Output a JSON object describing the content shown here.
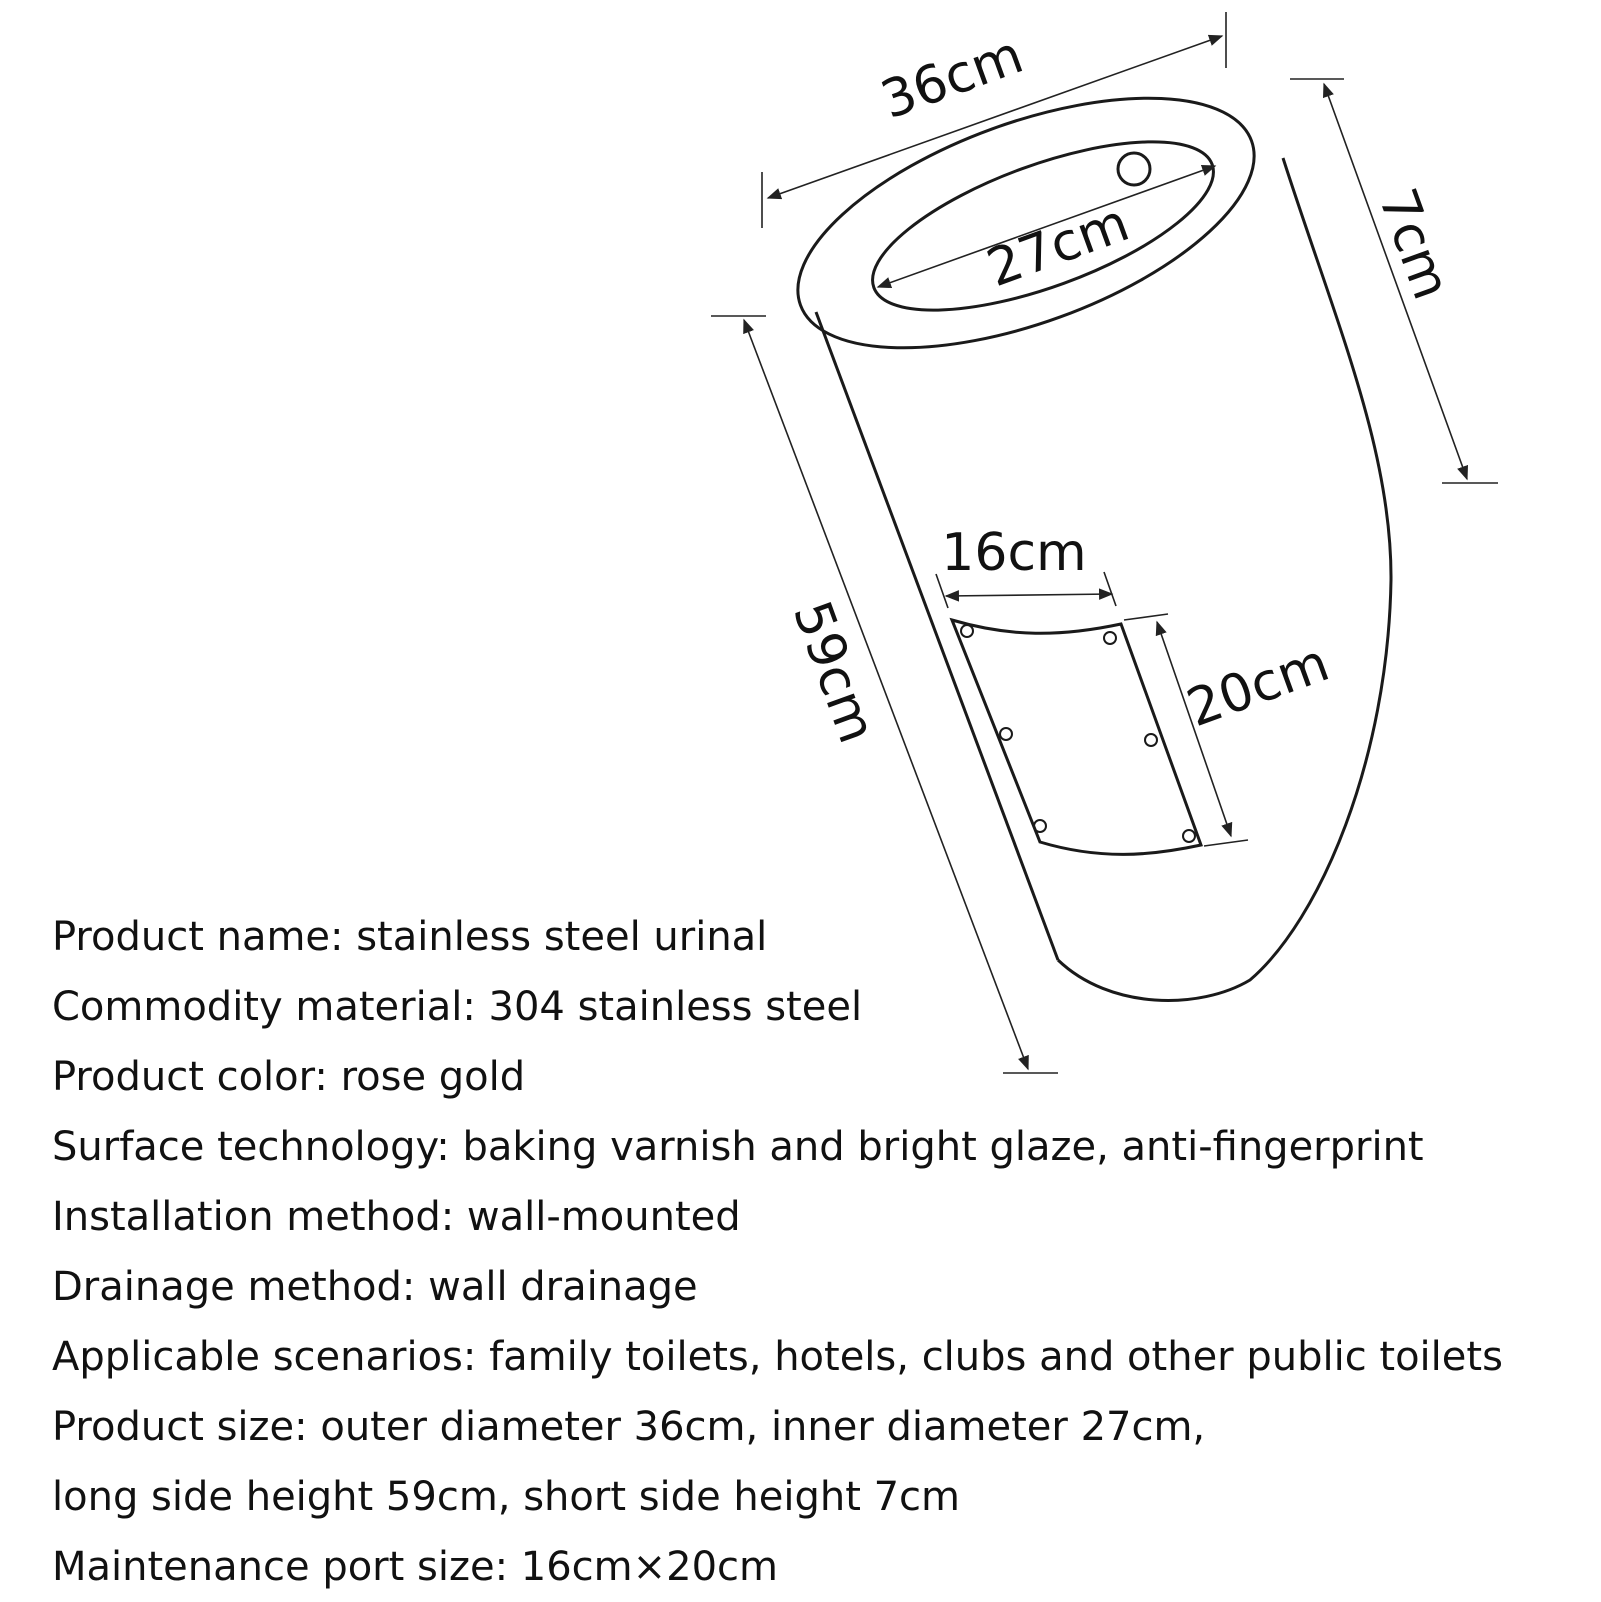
{
  "diagram": {
    "dimensions": {
      "outer_diameter": "36cm",
      "inner_diameter": "27cm",
      "short_side_height": "7cm",
      "long_side_height": "59cm",
      "port_width": "16cm",
      "port_height": "20cm"
    },
    "colors": {
      "outline": "#1a1a1a",
      "dimension_line": "#222222",
      "text": "#111111"
    }
  },
  "specs": [
    "Product name: stainless steel urinal",
    "Commodity material: 304 stainless steel",
    "Product color: rose gold",
    "Surface technology: baking varnish and bright glaze, anti-fingerprint",
    "Installation method: wall-mounted",
    "Drainage method: wall drainage",
    "Applicable scenarios: family toilets, hotels, clubs and other public toilets",
    "Product size: outer diameter 36cm, inner diameter 27cm,",
    "long side height 59cm, short side height 7cm",
    "Maintenance port size: 16cm×20cm"
  ]
}
